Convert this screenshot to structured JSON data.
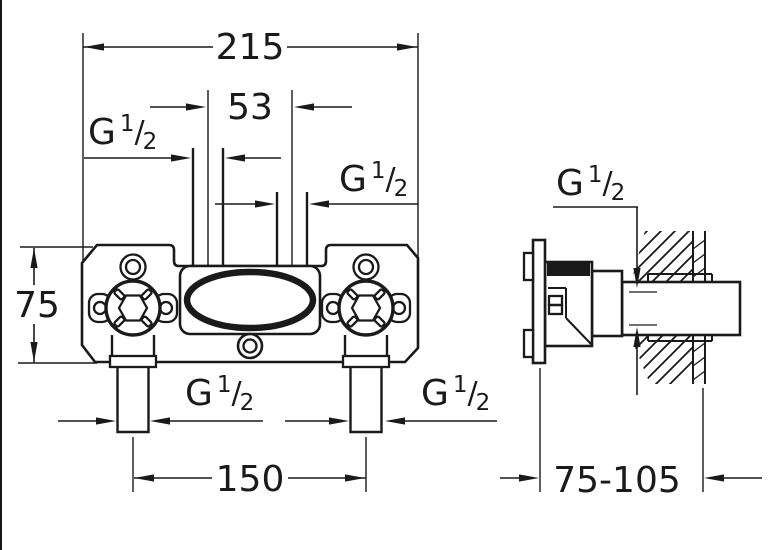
{
  "dimensions": {
    "overall_width": "215",
    "top_ports_spacing": "53",
    "body_height": "75",
    "bottom_ports_spacing": "150",
    "installation_depth_range": "75-105"
  },
  "thread_label": {
    "prefix": "G",
    "numerator": "1",
    "slash": "/",
    "denominator": "2"
  }
}
